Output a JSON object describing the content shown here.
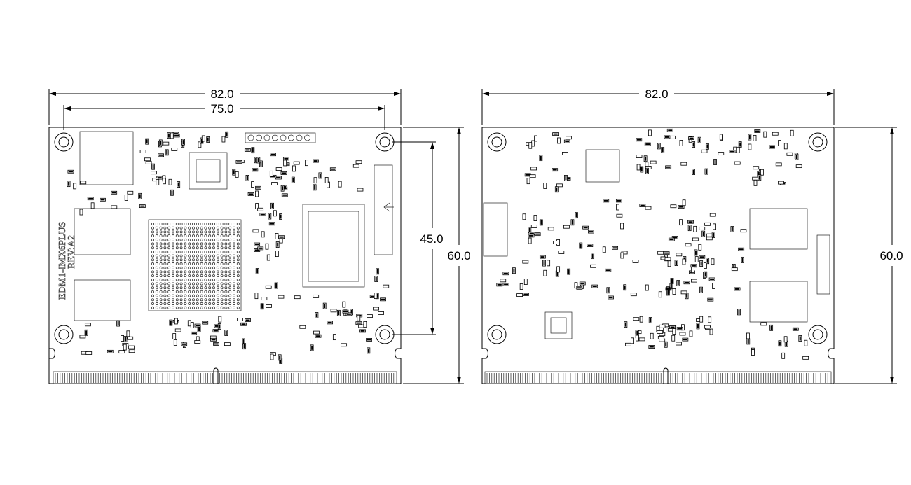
{
  "front_view": {
    "dims": {
      "overall_width": "82.0",
      "hole_spacing_width": "75.0",
      "hole_spacing_height": "45.0",
      "overall_height": "60.0"
    },
    "silkscreen": {
      "model": "EDM1-IMX6PLUS",
      "revision": "REV:A2"
    }
  },
  "back_view": {
    "dims": {
      "overall_width": "82.0",
      "overall_height": "60.0"
    }
  }
}
